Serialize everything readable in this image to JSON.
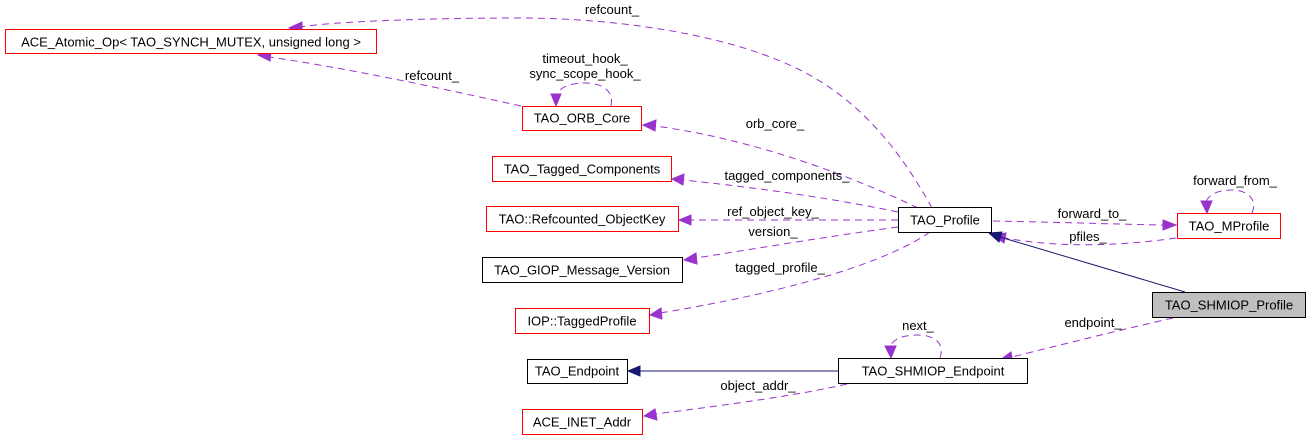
{
  "diagram": {
    "type": "collaboration-graph",
    "colors": {
      "usage_edge": "#9a32cd",
      "inheritance_edge": "#191970",
      "undocumented_border": "#ff0000",
      "documented_border": "#000000",
      "focus_fill": "#bfbfbf"
    },
    "nodes": {
      "ace_atomic_op": "ACE_Atomic_Op< TAO_SYNCH_MUTEX, unsigned long >",
      "tao_orb_core": "TAO_ORB_Core",
      "tao_tagged_components": "TAO_Tagged_Components",
      "tao_refcounted_objectkey": "TAO::Refcounted_ObjectKey",
      "tao_giop_message_version": "TAO_GIOP_Message_Version",
      "iop_taggedprofile": "IOP::TaggedProfile",
      "tao_endpoint": "TAO_Endpoint",
      "ace_inet_addr": "ACE_INET_Addr",
      "tao_profile": "TAO_Profile",
      "tao_mprofile": "TAO_MProfile",
      "tao_shmiop_endpoint": "TAO_SHMIOP_Endpoint",
      "tao_shmiop_profile": "TAO_SHMIOP_Profile"
    },
    "edge_labels": {
      "refcount_top": "refcount_",
      "refcount_orb": "refcount_",
      "orb_self_1": "timeout_hook_",
      "orb_self_2": "sync_scope_hook_",
      "orb_core": "orb_core_",
      "tagged_components": "tagged_components_",
      "ref_object_key": "ref_object_key_",
      "version": "version_",
      "tagged_profile": "tagged_profile_",
      "forward_to": "forward_to_",
      "pfiles": "pfiles_",
      "forward_from": "forward_from_",
      "endpoint": "endpoint_",
      "next": "next_",
      "object_addr": "object_addr_"
    }
  }
}
